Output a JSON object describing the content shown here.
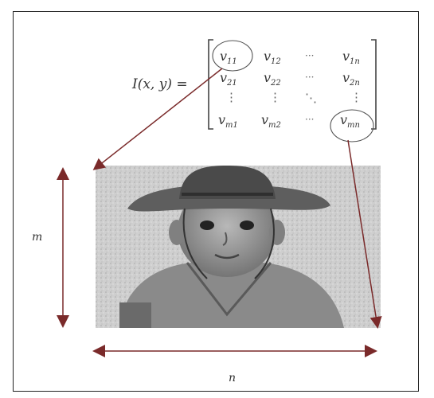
{
  "equation": {
    "lhs": "I(x, y) =",
    "matrix": [
      [
        "v11",
        "v12",
        "···",
        "v1n"
      ],
      [
        "v21",
        "v22",
        "···",
        "v2n"
      ],
      [
        "⋮",
        "⋮",
        "⋱",
        "⋮"
      ],
      [
        "vm1",
        "vm2",
        "···",
        "vmn"
      ]
    ],
    "cells": {
      "v11": {
        "base": "v",
        "sub": "11"
      },
      "v12": {
        "base": "v",
        "sub": "12"
      },
      "v1n": {
        "base": "v",
        "sub": "1n"
      },
      "v21": {
        "base": "v",
        "sub": "21"
      },
      "v22": {
        "base": "v",
        "sub": "22"
      },
      "v2n": {
        "base": "v",
        "sub": "2n"
      },
      "vm1": {
        "base": "v",
        "sub": "m1"
      },
      "vm2": {
        "base": "v",
        "sub": "m2"
      },
      "vmn": {
        "base": "v",
        "sub": "mn"
      }
    }
  },
  "dimensions": {
    "height_label": "m",
    "width_label": "n"
  },
  "colors": {
    "arrow": "#7a2a2a",
    "photo_dark": "#2b2b2b",
    "photo_mid": "#8c8c8c",
    "photo_light": "#d0d0d0"
  }
}
